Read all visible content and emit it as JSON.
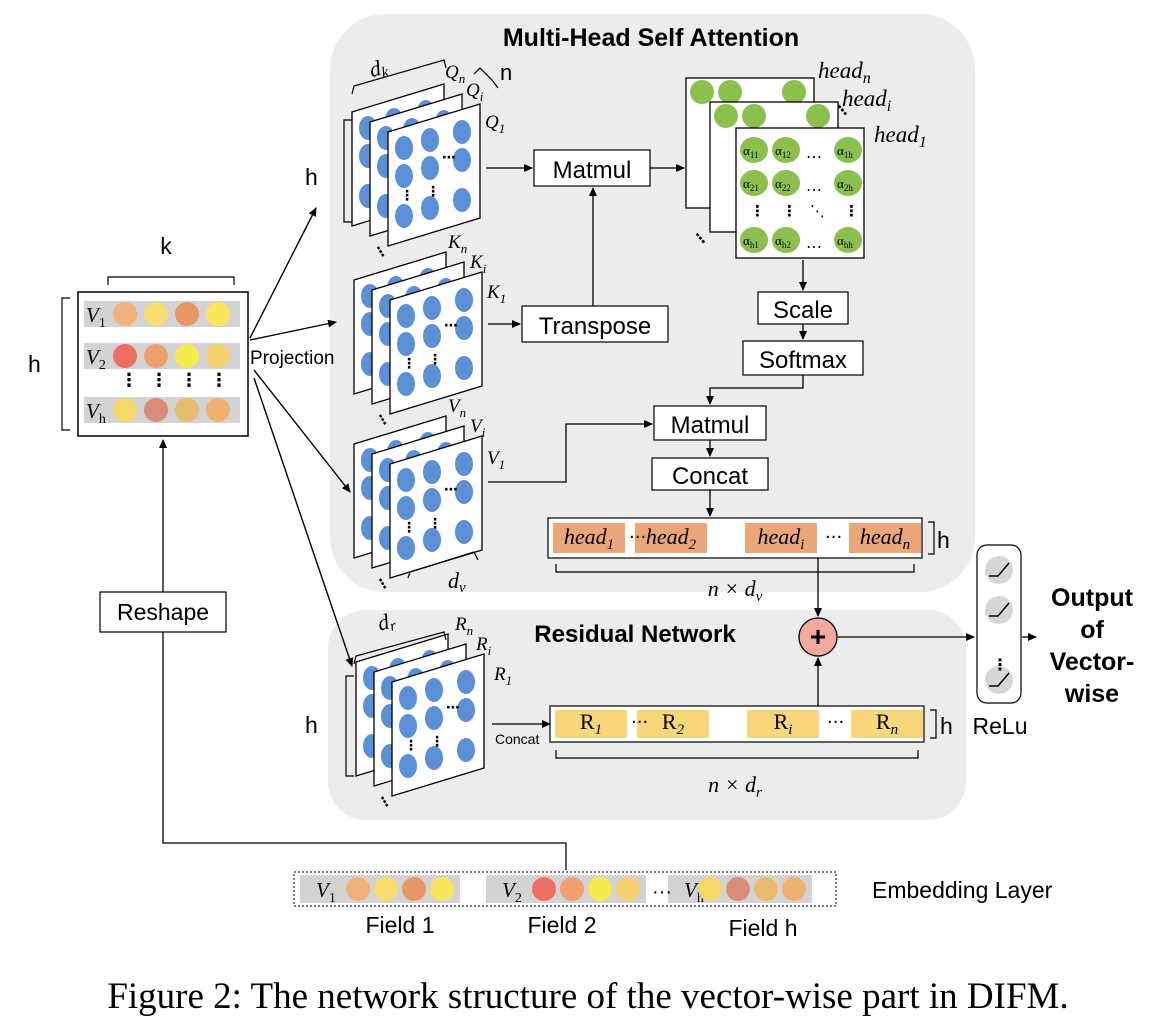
{
  "mhsa": {
    "title": "Multi-Head Self Attention",
    "q_labels": [
      "Q",
      "n",
      "Q",
      "i",
      "Q",
      "1"
    ],
    "k_labels": [
      "K",
      "n",
      "K",
      "i",
      "K",
      "1"
    ],
    "v_labels": [
      "V",
      "n",
      "V",
      "i",
      "V",
      "1"
    ],
    "dk_label": [
      "d",
      "k"
    ],
    "dv_label": [
      "d",
      "v"
    ],
    "n_label": "n",
    "h_label": "h",
    "head_labels": [
      "head",
      "n",
      "head",
      "i",
      "head",
      "1"
    ],
    "alpha_rows": [
      [
        "α",
        "11",
        "α",
        "12",
        "…",
        "α",
        "1h"
      ],
      [
        "α",
        "21",
        "α",
        "22",
        "…",
        "α",
        "2h"
      ],
      [
        "α",
        "h1",
        "α",
        "h2",
        "…",
        "α",
        "hh"
      ]
    ],
    "ops": {
      "matmul1": "Matmul",
      "transpose": "Transpose",
      "scale": "Scale",
      "softmax": "Softmax",
      "matmul2": "Matmul",
      "concat": "Concat"
    },
    "concat_cells": [
      {
        "base": "head",
        "sub": "1"
      },
      {
        "base": "head",
        "sub": "2"
      },
      {
        "base": "head",
        "sub": "i"
      },
      {
        "base": "head",
        "sub": "n"
      }
    ],
    "concat_h": "h",
    "concat_dim": "n × d",
    "concat_dim_sub": "v"
  },
  "residual": {
    "title": "Residual Network",
    "r_labels": [
      "R",
      "n",
      "R",
      "i",
      "R",
      "1"
    ],
    "dr_label": [
      "d",
      "r"
    ],
    "h_label": "h",
    "concat_label": "Concat",
    "cells": [
      {
        "base": "R",
        "sub": "1"
      },
      {
        "base": "R",
        "sub": "2"
      },
      {
        "base": "R",
        "sub": "i"
      },
      {
        "base": "R",
        "sub": "n"
      }
    ],
    "concat_h": "h",
    "dim": "n × d",
    "dim_sub": "r"
  },
  "input": {
    "k_label": "k",
    "h_label": "h",
    "rows": [
      {
        "base": "V",
        "sub": "1",
        "colors": [
          "#F0B27A",
          "#F7DC6F",
          "#E59866",
          "#F9E559"
        ]
      },
      {
        "base": "V",
        "sub": "2",
        "colors": [
          "#EC7063",
          "#F0A070",
          "#F4EB4E",
          "#F7D070"
        ]
      },
      {
        "base": "V",
        "sub": "h",
        "colors": [
          "#F7D66A",
          "#D98C7A",
          "#E8BC6E",
          "#EFB070"
        ]
      }
    ],
    "projection": "Projection",
    "reshape": "Reshape"
  },
  "embedding": {
    "label": "Embedding Layer",
    "fields": [
      "Field 1",
      "Field 2",
      "Field h"
    ],
    "groups": [
      {
        "base": "V",
        "sub": "1",
        "colors": [
          "#F0B27A",
          "#F7DC6F",
          "#E59866",
          "#F9E559"
        ]
      },
      {
        "base": "V",
        "sub": "2",
        "colors": [
          "#EC7063",
          "#F0A070",
          "#F4EB4E",
          "#F7D070"
        ]
      },
      {
        "base": "V",
        "sub": "h",
        "colors": [
          "#F7D66A",
          "#D98C7A",
          "#E8BC6E",
          "#EFB070"
        ]
      }
    ]
  },
  "output": {
    "relu": "ReLu",
    "text": [
      "Output",
      "of",
      "Vector-",
      "wise"
    ],
    "plus": "+"
  },
  "caption": "Figure 2: The network structure of the vector-wise part in DIFM.",
  "colors": {
    "panel": "#ECECEC",
    "blue_circle": "#5B8FD6",
    "green_circle": "#8CC04E",
    "head_cell": "#EBA77A",
    "r_cell": "#F8D67A",
    "plus_fill": "#F1A9A0"
  }
}
